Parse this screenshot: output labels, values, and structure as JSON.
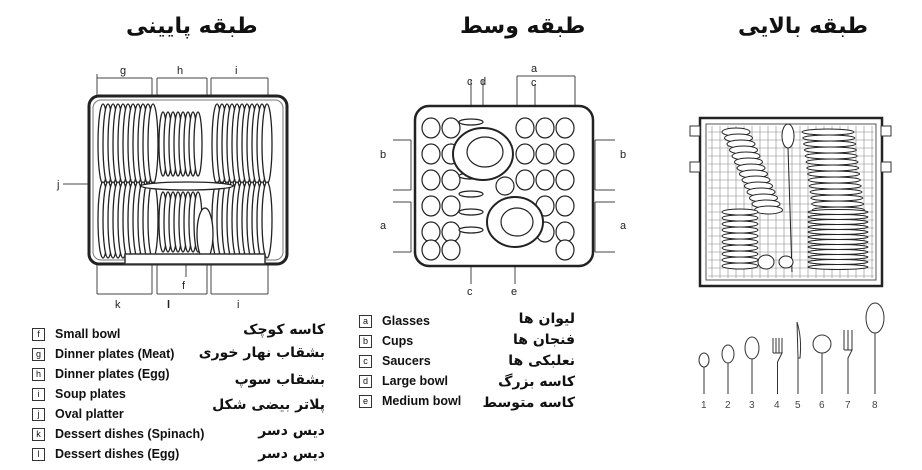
{
  "titles": {
    "lower": "طبقه پایینی",
    "middle": "طبقه وسط",
    "upper": "طبقه بالایی"
  },
  "lower_rack": {
    "callouts_top": [
      "g",
      "h",
      "i"
    ],
    "callouts_bottom": [
      "k",
      "l",
      "i"
    ],
    "callout_left": "j",
    "callout_center": "f"
  },
  "middle_rack": {
    "callouts_top": [
      "c",
      "d",
      "a",
      "c"
    ],
    "callouts_side": [
      "b",
      "b",
      "a",
      "a"
    ],
    "callouts_bottom": [
      "c",
      "e"
    ]
  },
  "lower_legend": [
    {
      "key": "f",
      "en": "Small bowl",
      "fa": "کاسه کوچک"
    },
    {
      "key": "g",
      "en": "Dinner plates (Meat)",
      "fa": "بشقاب نهار خوری"
    },
    {
      "key": "h",
      "en": "Dinner plates (Egg)",
      "fa": "بشقاب سوپ"
    },
    {
      "key": "i",
      "en": "Soup plates",
      "fa": "پلاتر بیضی شکل"
    },
    {
      "key": "j",
      "en": "Oval platter",
      "fa": "دیس دسر"
    },
    {
      "key": "k",
      "en": "Dessert dishes (Spinach)",
      "fa": "دیس دسر"
    },
    {
      "key": "l",
      "en": "Dessert dishes (Egg)",
      "fa": ""
    }
  ],
  "middle_legend": [
    {
      "key": "a",
      "en": "Glasses",
      "fa": "لیوان ها"
    },
    {
      "key": "b",
      "en": "Cups",
      "fa": "فنجان ها"
    },
    {
      "key": "c",
      "en": "Saucers",
      "fa": "نعلبکی ها"
    },
    {
      "key": "d",
      "en": "Large bowl",
      "fa": "کاسه بزرگ"
    },
    {
      "key": "e",
      "en": "Medium bowl",
      "fa": "کاسه متوسط"
    }
  ],
  "cutlery_numbers": [
    "1",
    "2",
    "3",
    "4",
    "5",
    "6",
    "7",
    "8"
  ]
}
